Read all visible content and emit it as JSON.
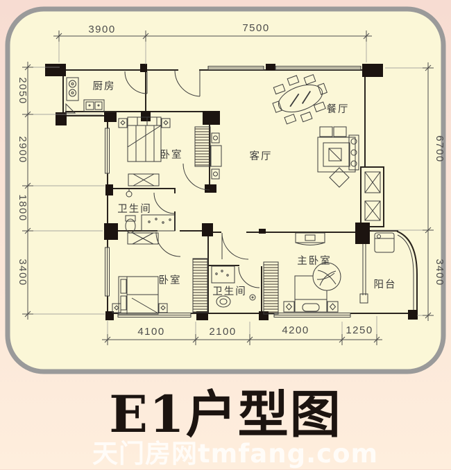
{
  "title": "E1户型图",
  "watermark": "天门房网tmfang.com",
  "rooms": {
    "kitchen": "厨房",
    "bedroom_upper": "卧室",
    "living": "客厅",
    "dining": "餐厅",
    "bath_mid": "卫生间",
    "bedroom_lower": "卧室",
    "bath_lower": "卫生间",
    "master": "主卧室",
    "balcony": "阳台"
  },
  "dimensions": {
    "top": [
      "3900",
      "7500"
    ],
    "left": [
      "2050",
      "2900",
      "1800",
      "3400"
    ],
    "right": [
      "6700",
      "3400"
    ],
    "bottom": [
      "4100",
      "2100",
      "4200",
      "1250"
    ]
  },
  "colors": {
    "outer_top": "#f7dcd2",
    "outer_bottom": "#feeedd",
    "panel": "#fbf7d7",
    "border": "#9a9a9a",
    "wall": "#2a241e",
    "block": "#1c1410",
    "line": "#3c3c3c",
    "dim": "#4c4c4c",
    "label": "#3a3a3a",
    "title": "#1c1410",
    "watermark": "rgba(255,255,255,0.8)"
  }
}
